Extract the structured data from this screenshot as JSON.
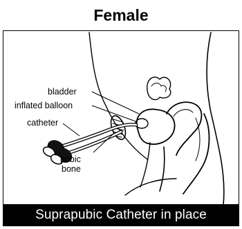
{
  "heading": "Female",
  "labels": {
    "bladder": "bladder",
    "inflated_balloon": "inflated balloon",
    "catheter": "catheter",
    "pubic_line1": "pubic",
    "pubic_line2": "bone"
  },
  "caption": "Suprapubic Catheter in place"
}
